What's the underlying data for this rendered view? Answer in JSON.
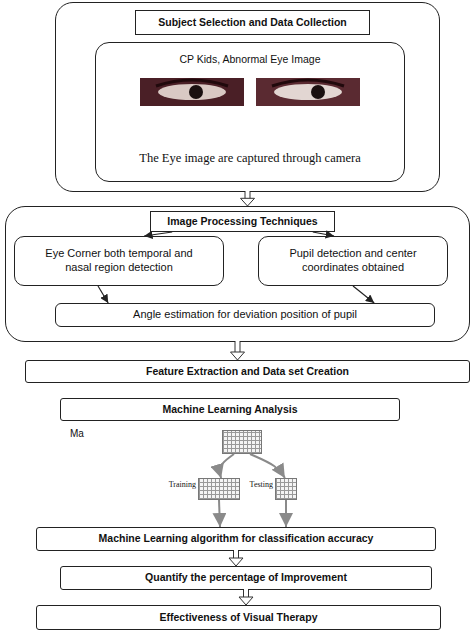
{
  "diagram": {
    "nodes": [
      {
        "text": []
      },
      {
        "text": [
          "Subject Selection and Data Collection"
        ],
        "in": 0
      },
      {
        "text": [
          "CP Kids, Abnormal Eye Image",
          "The Eye image are captured through camera"
        ],
        "in": 0
      },
      {
        "text": []
      },
      {
        "text": [
          "Image Processing Techniques"
        ],
        "in": 3
      },
      {
        "text": [
          "Eye Corner both temporal and nasal region detection"
        ],
        "in": 3
      },
      {
        "text": [
          "Pupil detection and center coordinates obtained"
        ],
        "in": 3
      },
      {
        "text": [
          "Angle estimation for deviation position of pupil"
        ],
        "in": 3
      },
      {
        "text": [
          "Feature Extraction and Data set Creation"
        ]
      },
      {
        "text": [
          "Machine Learning Analysis"
        ]
      },
      {
        "text": []
      },
      {
        "text": [
          "Training"
        ]
      },
      {
        "text": [
          "Testing"
        ]
      },
      {
        "text": [
          "Machine Learning algorithm for classification accuracy"
        ]
      },
      {
        "text": [
          "Quantify the percentage of Improvement"
        ]
      },
      {
        "text": [
          "Effectiveness of Visual Therapy"
        ]
      }
    ],
    "edges": [
      {
        "from": 0,
        "to": 3,
        "arrow": "to"
      },
      {
        "from": 4,
        "to": 5,
        "arrow": "to"
      },
      {
        "from": 4,
        "to": 6,
        "arrow": "to"
      },
      {
        "from": 5,
        "to": 7,
        "arrow": "to"
      },
      {
        "from": 6,
        "to": 7,
        "arrow": "to"
      },
      {
        "from": 3,
        "to": 8,
        "arrow": "to"
      },
      {
        "from": 10,
        "to": 11,
        "arrow": "to"
      },
      {
        "from": 10,
        "to": 12,
        "arrow": "to"
      },
      {
        "from": 11,
        "to": 13,
        "arrow": "to"
      },
      {
        "from": 12,
        "to": 13,
        "arrow": "to"
      },
      {
        "from": 13,
        "to": 14,
        "arrow": "to"
      },
      {
        "from": 14,
        "to": 15,
        "arrow": "to"
      }
    ],
    "labels": [
      "Ma"
    ]
  }
}
